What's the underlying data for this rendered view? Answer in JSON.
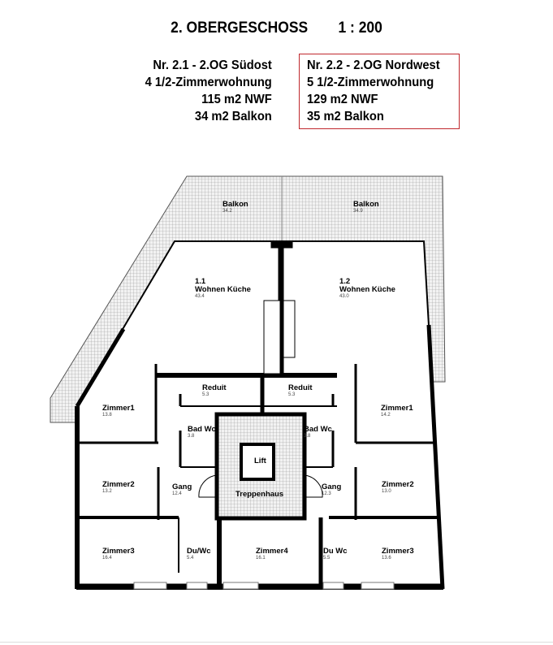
{
  "header": {
    "title": "2. OBERGESCHOSS",
    "scale": "1 : 200"
  },
  "units": [
    {
      "name": "Nr. 2.1 - 2.OG Südost",
      "type": "4 1/2-Zimmerwohnung",
      "area": "115 m2 NWF",
      "balcony": "34 m2 Balkon",
      "highlighted": false
    },
    {
      "name": "Nr. 2.2 - 2.OG Nordwest",
      "type": "5 1/2-Zimmerwohnung",
      "area": "129 m2 NWF",
      "balcony": "35 m2 Balkon",
      "highlighted": true
    }
  ],
  "highlight_color": "#c0282d",
  "rooms": {
    "balkon_left": {
      "name": "Balkon",
      "area": "34.2"
    },
    "balkon_right": {
      "name": "Balkon",
      "area": "34.9"
    },
    "wohnen_left": {
      "num": "1.1",
      "name": "Wohnen Küche",
      "area": "43.4"
    },
    "wohnen_right": {
      "num": "1.2",
      "name": "Wohnen Küche",
      "area": "43.0"
    },
    "reduit_left": {
      "name": "Reduit",
      "area": "5.3"
    },
    "reduit_right": {
      "name": "Reduit",
      "area": "5.3"
    },
    "zimmer1_left": {
      "name": "Zimmer1",
      "area": "13.8"
    },
    "zimmer1_right": {
      "name": "Zimmer1",
      "area": "14.2"
    },
    "bad_left": {
      "name": "Bad Wc",
      "area": "3.8"
    },
    "bad_right": {
      "name": "Bad Wc",
      "area": "3.8"
    },
    "lift": {
      "name": "Lift"
    },
    "zimmer2_left": {
      "name": "Zimmer2",
      "area": "13.2"
    },
    "zimmer2_right": {
      "name": "Zimmer2",
      "area": "13.0"
    },
    "gang_left": {
      "name": "Gang",
      "area": "12.4"
    },
    "gang_right": {
      "name": "Gang",
      "area": "12.3"
    },
    "treppenhaus": {
      "name": "Treppenhaus"
    },
    "zimmer3_left": {
      "name": "Zimmer3",
      "area": "16.4"
    },
    "zimmer3_right": {
      "name": "Zimmer3",
      "area": "13.6"
    },
    "duwc_left": {
      "name": "Du/Wc",
      "area": "5.4"
    },
    "duwc_right": {
      "name": "Du Wc",
      "area": "5.5"
    },
    "zimmer4": {
      "name": "Zimmer4",
      "area": "16.1"
    }
  }
}
